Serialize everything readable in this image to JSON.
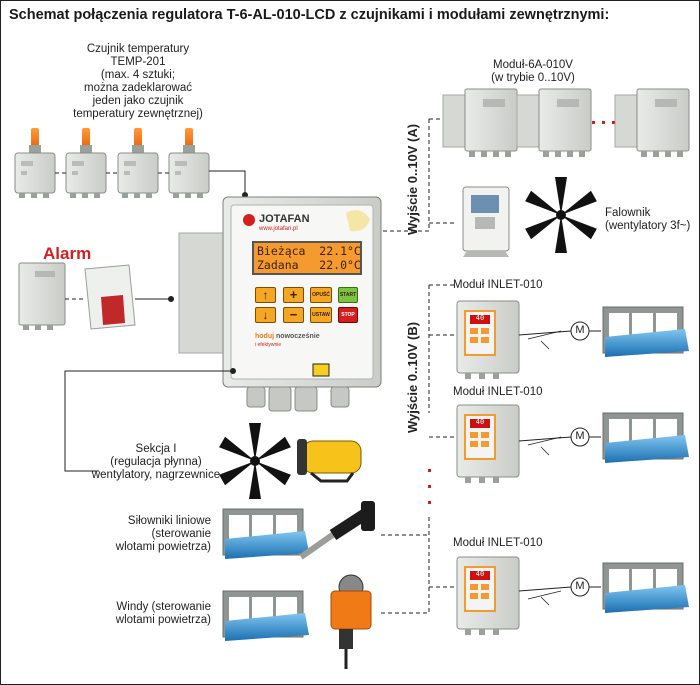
{
  "title": "Schemat połączenia regulatora T-6-AL-010-LCD z czujnikami i modułami zewnętrznymi:",
  "sensor_label": [
    "Czujnik temperatury",
    "TEMP-201",
    "(max. 4 sztuki;",
    "można zadeklarować",
    "jeden jako czujnik",
    "temperatury zewnętrznej)"
  ],
  "alarm_label": "Alarm",
  "module_6a_label": [
    "Moduł-6A-010V",
    "(w trybie 0..10V)"
  ],
  "falownik_label": [
    "Falownik",
    "(wentylatory 3f~)"
  ],
  "output_a_label": "Wyjście 0..10V (A)",
  "output_b_label": "Wyjście 0..10V (B)",
  "inlet_labels": [
    "Moduł INLET-010",
    "Moduł INLET-010",
    "Moduł INLET-010"
  ],
  "section_label": [
    "Sekcja I",
    "(regulacja płynna)",
    "wentylatory, nagrzewnice"
  ],
  "actuators_label": [
    "Siłowniki liniowe",
    "(sterowanie",
    "wlotami powietrza)"
  ],
  "winches_label": [
    "Windy (sterowanie",
    "wlotami powietrza)"
  ],
  "controller": {
    "brand": "JOTAFAN",
    "url": "www.jotafan.pl",
    "lcd_line1": "Bieżąca  22.1°C",
    "lcd_line2": "Zadana   22.0°C",
    "btn_opusc": "OPUŚĆ",
    "btn_ustaw": "USTAW",
    "btn_start": "START",
    "btn_stop": "STOP",
    "slogan_1": "hoduj",
    "slogan_2": "nowocześnie",
    "slogan_3": "i efektywnie"
  },
  "inlet_display_value": "40",
  "motor_symbol": "M",
  "colors": {
    "accent_orange": "#f59a2f",
    "alarm_red": "#d31f1f",
    "dash_red": "#d31f1f",
    "flap_blue": "#2a8fd4"
  }
}
